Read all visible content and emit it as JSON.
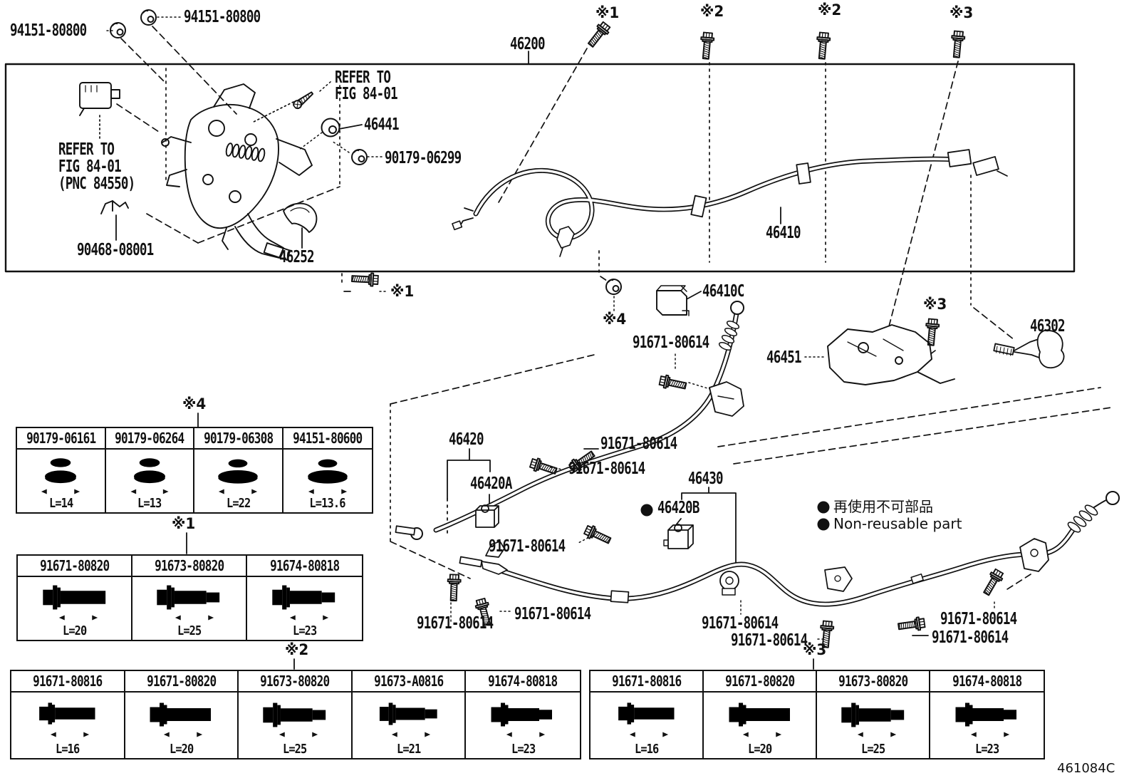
{
  "code": "461084C",
  "labels": {
    "nut_top": "94151-80800",
    "assy": "46200",
    "m1": "※1",
    "m2": "※2",
    "m3": "※3",
    "m4": "※4",
    "refer1": "REFER TO",
    "refer2": "FIG 84-01",
    "refer_pnc": "(PNC 84550)",
    "washer": "46441",
    "nut299": "90179-06299",
    "clip": "90468-08001",
    "pad": "46252",
    "front_cable": "46410",
    "clamp_c": "46410C",
    "bolt614": "91671-80614",
    "bracket451": "46451",
    "rod302": "46302",
    "cable420": "46420",
    "clamp420a": "46420A",
    "clamp420b": "46420B",
    "cable430": "46430"
  },
  "legend": {
    "jp": "再使用不可部品",
    "en": "Non-reusable part"
  },
  "tables": {
    "t4": {
      "marker": "※4",
      "cols": [
        {
          "part": "90179-06161",
          "len": "L=14"
        },
        {
          "part": "90179-06264",
          "len": "L=13"
        },
        {
          "part": "90179-06308",
          "len": "L=22"
        },
        {
          "part": "94151-80600",
          "len": "L=13.6"
        }
      ]
    },
    "t1": {
      "marker": "※1",
      "cols": [
        {
          "part": "91671-80820",
          "len": "L=20"
        },
        {
          "part": "91673-80820",
          "len": "L=25"
        },
        {
          "part": "91674-80818",
          "len": "L=23"
        }
      ]
    },
    "t2": {
      "marker": "※2",
      "cols": [
        {
          "part": "91671-80816",
          "len": "L=16"
        },
        {
          "part": "91671-80820",
          "len": "L=20"
        },
        {
          "part": "91673-80820",
          "len": "L=25"
        },
        {
          "part": "91673-A0816",
          "len": "L=21"
        },
        {
          "part": "91674-80818",
          "len": "L=23"
        }
      ]
    },
    "t3": {
      "marker": "※3",
      "cols": [
        {
          "part": "91671-80816",
          "len": "L=16"
        },
        {
          "part": "91671-80820",
          "len": "L=20"
        },
        {
          "part": "91673-80820",
          "len": "L=25"
        },
        {
          "part": "91674-80818",
          "len": "L=23"
        }
      ]
    }
  }
}
